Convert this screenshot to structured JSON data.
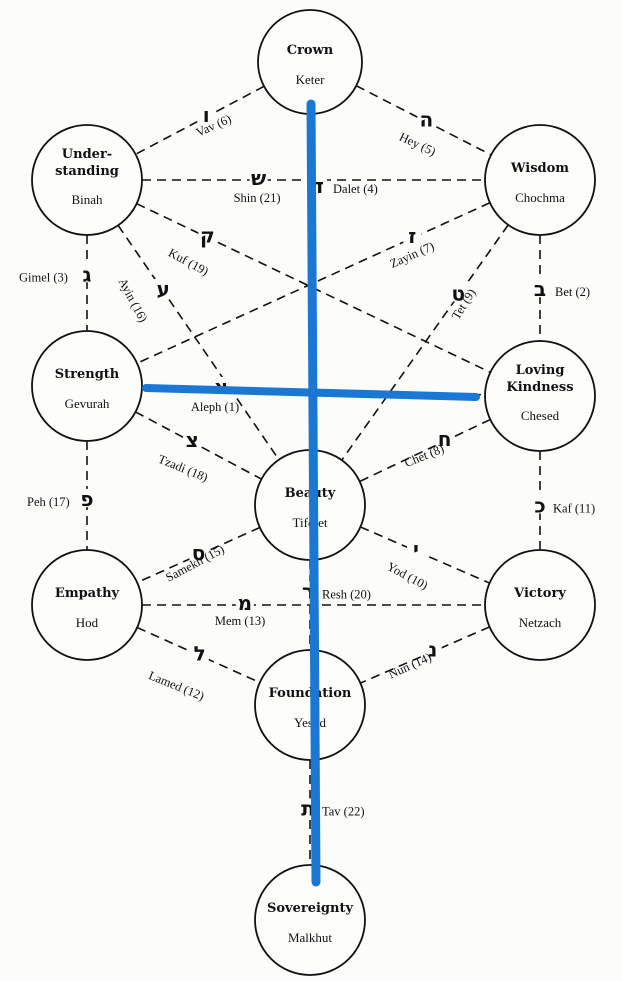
{
  "title": "Tree of Life",
  "nodes": [
    {
      "id": "crown",
      "title": "Crown",
      "subtitle": "Keter"
    },
    {
      "id": "understanding",
      "title": "Under-|standing",
      "subtitle": "Binah"
    },
    {
      "id": "wisdom",
      "title": "Wisdom",
      "subtitle": "Chochma"
    },
    {
      "id": "strength",
      "title": "Strength",
      "subtitle": "Gevurah"
    },
    {
      "id": "loving-kindness",
      "title": "Loving|Kindness",
      "subtitle": "Chesed"
    },
    {
      "id": "beauty",
      "title": "Beauty",
      "subtitle": "Tiferet"
    },
    {
      "id": "empathy",
      "title": "Empathy",
      "subtitle": "Hod"
    },
    {
      "id": "victory",
      "title": "Victory",
      "subtitle": "Netzach"
    },
    {
      "id": "foundation",
      "title": "Foundation",
      "subtitle": "Yesod"
    },
    {
      "id": "sovereignty",
      "title": "Sovereignty",
      "subtitle": "Malkhut"
    }
  ],
  "paths": [
    {
      "from": "crown",
      "to": "understanding",
      "letter": "ו",
      "label": "Vav (6)"
    },
    {
      "from": "crown",
      "to": "wisdom",
      "letter": "ה",
      "label": "Hey (5)"
    },
    {
      "from": "crown",
      "to": "beauty",
      "letter": "ד",
      "label": "Dalet (4)"
    },
    {
      "from": "understanding",
      "to": "wisdom",
      "letter": "ש",
      "label": "Shin (21)"
    },
    {
      "from": "understanding",
      "to": "loving-kindness",
      "letter": "ק",
      "label": "Kuf (19)"
    },
    {
      "from": "understanding",
      "to": "beauty",
      "letter": "ע",
      "label": "Ayin (16)"
    },
    {
      "from": "understanding",
      "to": "strength",
      "letter": "ג",
      "label": "Gimel (3)"
    },
    {
      "from": "wisdom",
      "to": "strength",
      "letter": "ז",
      "label": "Zayin (7)"
    },
    {
      "from": "wisdom",
      "to": "beauty",
      "letter": "ט",
      "label": "Tet (9)"
    },
    {
      "from": "wisdom",
      "to": "loving-kindness",
      "letter": "ב",
      "label": "Bet (2)"
    },
    {
      "from": "strength",
      "to": "loving-kindness",
      "letter": "א",
      "label": "Aleph (1)"
    },
    {
      "from": "strength",
      "to": "beauty",
      "letter": "צ",
      "label": "Tzadi (18)"
    },
    {
      "from": "strength",
      "to": "empathy",
      "letter": "פ",
      "label": "Peh (17)"
    },
    {
      "from": "loving-kindness",
      "to": "beauty",
      "letter": "ח",
      "label": "Chet (8)"
    },
    {
      "from": "loving-kindness",
      "to": "victory",
      "letter": "כ",
      "label": "Kaf (11)"
    },
    {
      "from": "beauty",
      "to": "empathy",
      "letter": "ס",
      "label": "Samekh (15)"
    },
    {
      "from": "beauty",
      "to": "victory",
      "letter": "י",
      "label": "Yod (10)"
    },
    {
      "from": "beauty",
      "to": "foundation",
      "letter": "ר",
      "label": "Resh (20)"
    },
    {
      "from": "empathy",
      "to": "victory",
      "letter": "מ",
      "label": "Mem (13)"
    },
    {
      "from": "empathy",
      "to": "foundation",
      "letter": "ל",
      "label": "Lamed (12)"
    },
    {
      "from": "victory",
      "to": "foundation",
      "letter": "נ",
      "label": "Nun (14)"
    },
    {
      "from": "foundation",
      "to": "sovereignty",
      "letter": "ת",
      "label": "Tav (22)"
    }
  ],
  "overlay": {
    "color": "#1a78d4",
    "lines": [
      {
        "name": "vertical-overlay-line",
        "from": "crown",
        "to": "sovereignty"
      },
      {
        "name": "horizontal-overlay-line",
        "from": "strength",
        "to": "loving-kindness"
      }
    ]
  }
}
